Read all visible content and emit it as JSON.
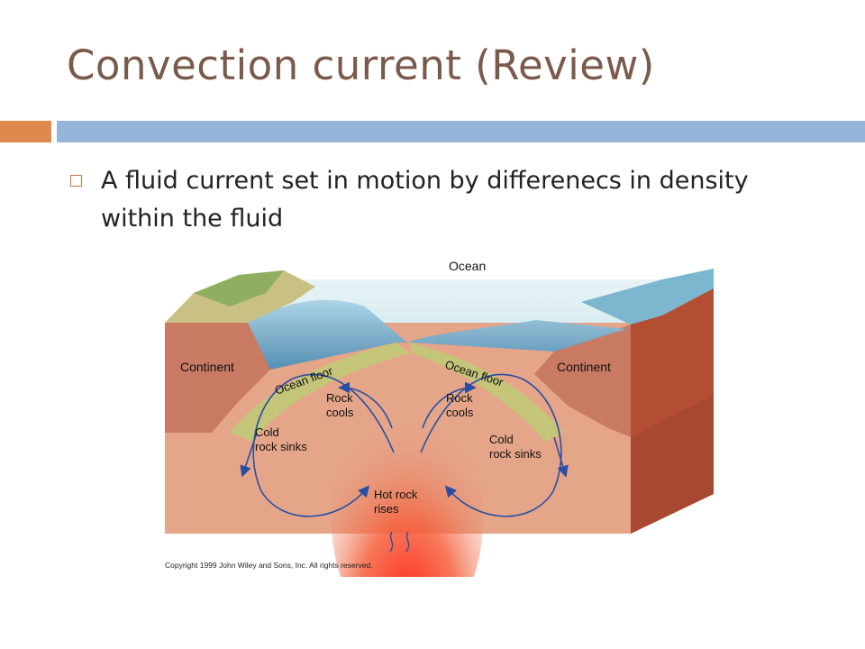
{
  "slide": {
    "title": "Convection current (Review)",
    "bullet": "A fluid current set in motion by differenecs in density within the fluid",
    "accent_color": "#dd8a4c",
    "bar_color": "#95b6d8",
    "title_color": "#7a5a4b"
  },
  "diagram": {
    "labels": {
      "ocean": "Ocean",
      "continent_left": "Continent",
      "continent_right": "Continent",
      "ocean_floor_left": "Ocean floor",
      "ocean_floor_right": "Ocean floor",
      "rock_cools_left_1": "Rock",
      "rock_cools_left_2": "cools",
      "rock_cools_right_1": "Rock",
      "rock_cools_right_2": "cools",
      "cold_sinks_left_1": "Cold",
      "cold_sinks_left_2": "rock sinks",
      "cold_sinks_right_1": "Cold",
      "cold_sinks_right_2": "rock sinks",
      "hot_rock_1": "Hot rock",
      "hot_rock_2": "rises"
    },
    "copyright": "Copyright 1999 John Wiley and Sons, Inc. All rights reserved."
  }
}
